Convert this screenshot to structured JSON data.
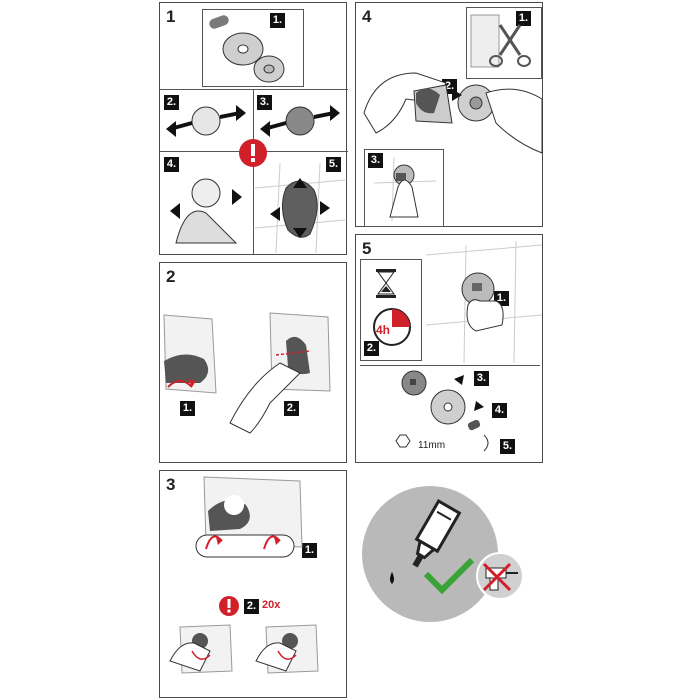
{
  "panels": {
    "p1": {
      "number": "1",
      "steps": [
        "1.",
        "2.",
        "3.",
        "4.",
        "5."
      ]
    },
    "p2": {
      "number": "2",
      "steps": [
        "1.",
        "2."
      ]
    },
    "p3": {
      "number": "3",
      "steps": [
        "1.",
        "2."
      ],
      "repeat": "20x"
    },
    "p4": {
      "number": "4",
      "steps": [
        "1.",
        "2.",
        "3."
      ]
    },
    "p5": {
      "number": "5",
      "steps": [
        "1.",
        "2.",
        "3.",
        "4.",
        "5."
      ],
      "timer": "4h",
      "wrench_size": "11mm"
    }
  },
  "icons": {
    "warning": "exclamation-warning-icon",
    "allowed": "glue-tube-allowed-icon",
    "forbidden": "drill-forbidden-icon"
  },
  "colors": {
    "accent_red": "#d0202a",
    "approve_green": "#3aa335",
    "badge_black": "#111111",
    "panel_border": "#4a4a4a",
    "disc_gray": "#b9b9b9"
  }
}
